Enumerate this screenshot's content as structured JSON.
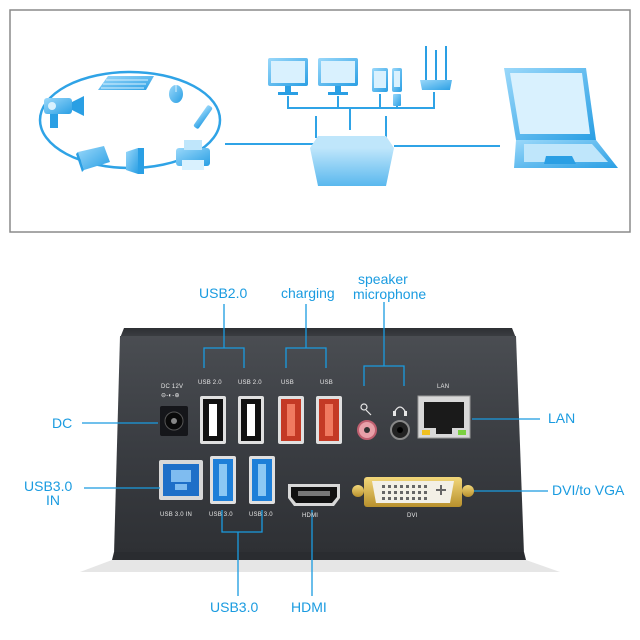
{
  "colors": {
    "accent": "#1a9be0",
    "device_body": "#3a3d42",
    "usb2_port": "#111111",
    "charging_port": "#e8543a",
    "usb3_port": "#1e7fd8",
    "dvi_connector": "#d9b64a"
  },
  "topology": {
    "icons": [
      "camera-icon",
      "keyboard-icon",
      "mouse-icon",
      "pen-icon",
      "printer-icon",
      "speaker-icon",
      "scanner-icon",
      "monitor-icon",
      "monitor-icon",
      "phone-icon",
      "tablet-icon",
      "router-icon",
      "hub-icon",
      "laptop-icon"
    ]
  },
  "callouts": {
    "usb20": "USB2.0",
    "charging": "charging",
    "speaker_line1": "speaker",
    "speaker_line2": "microphone",
    "dc": "DC",
    "lan": "LAN",
    "usb30_in_line1": "USB3.0",
    "usb30_in_line2": "IN",
    "dvi_to_vga": "DVI/to  VGA",
    "usb30": "USB3.0",
    "hdmi": "HDMI"
  },
  "port_labels": {
    "dc_line1": "DC 12V",
    "dc_line2": "⊖-◐-⊕",
    "usb20_a": "USB 2.0",
    "usb20_b": "USB 2.0",
    "usb_charge_a": "USB",
    "usb_charge_b": "USB",
    "lan": "LAN",
    "usb30_in": "USB 3.0 IN",
    "usb30_a": "USB 3.0",
    "usb30_b": "USB 3.0",
    "hdmi": "HDMI",
    "dvi": "DVI"
  }
}
